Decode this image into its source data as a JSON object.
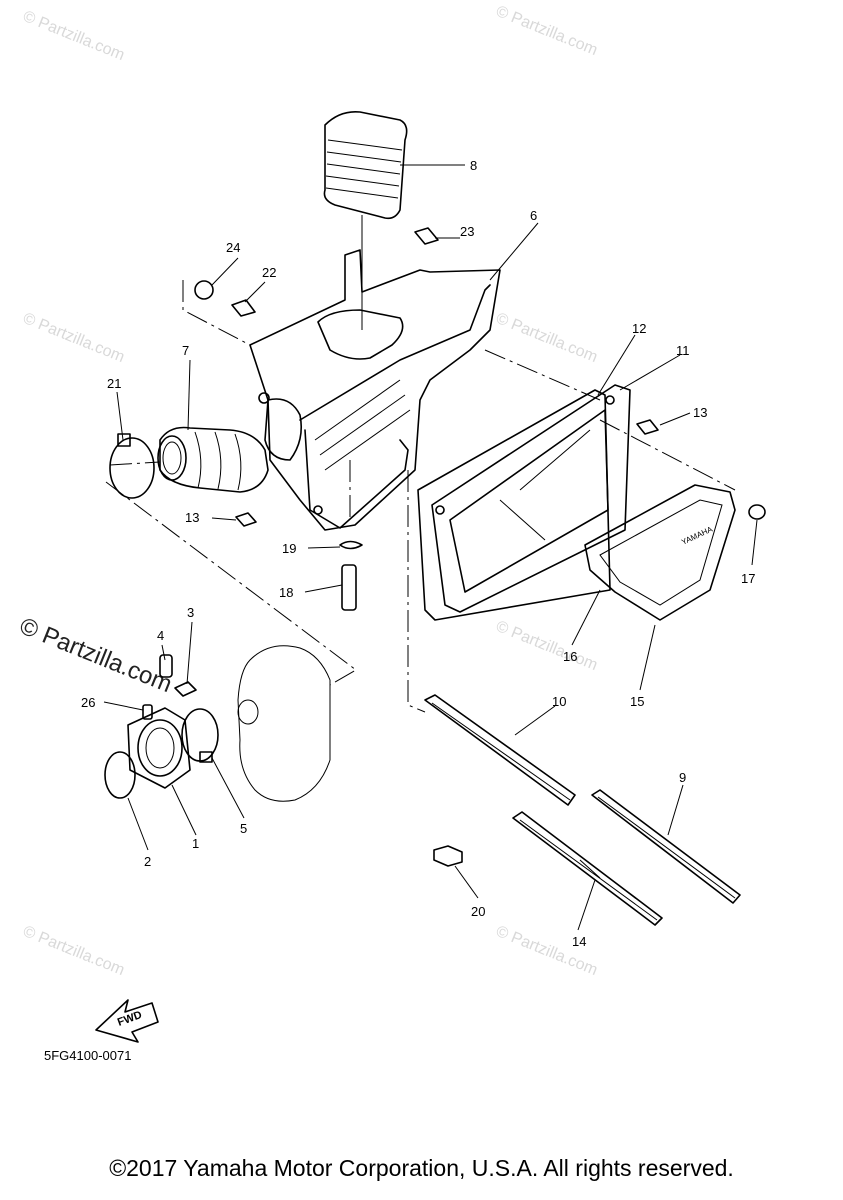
{
  "watermark": {
    "small": "© Partzilla.com",
    "large": "© Partzilla.com"
  },
  "callouts": {
    "c1": "1",
    "c2": "2",
    "c3": "3",
    "c4": "4",
    "c5": "5",
    "c6": "6",
    "c7": "7",
    "c8": "8",
    "c9": "9",
    "c10": "10",
    "c11": "11",
    "c12": "12",
    "c13a": "13",
    "c13b": "13",
    "c14": "14",
    "c15": "15",
    "c16": "16",
    "c17": "17",
    "c18": "18",
    "c19": "19",
    "c20": "20",
    "c21": "21",
    "c22": "22",
    "c23": "23",
    "c24": "24",
    "c26": "26"
  },
  "cover_brand": "YAMAHA",
  "fwd_label": "FWD",
  "diagram_code": "5FG4100-0071",
  "copyright": "©2017 Yamaha Motor Corporation, U.S.A. All rights reserved."
}
